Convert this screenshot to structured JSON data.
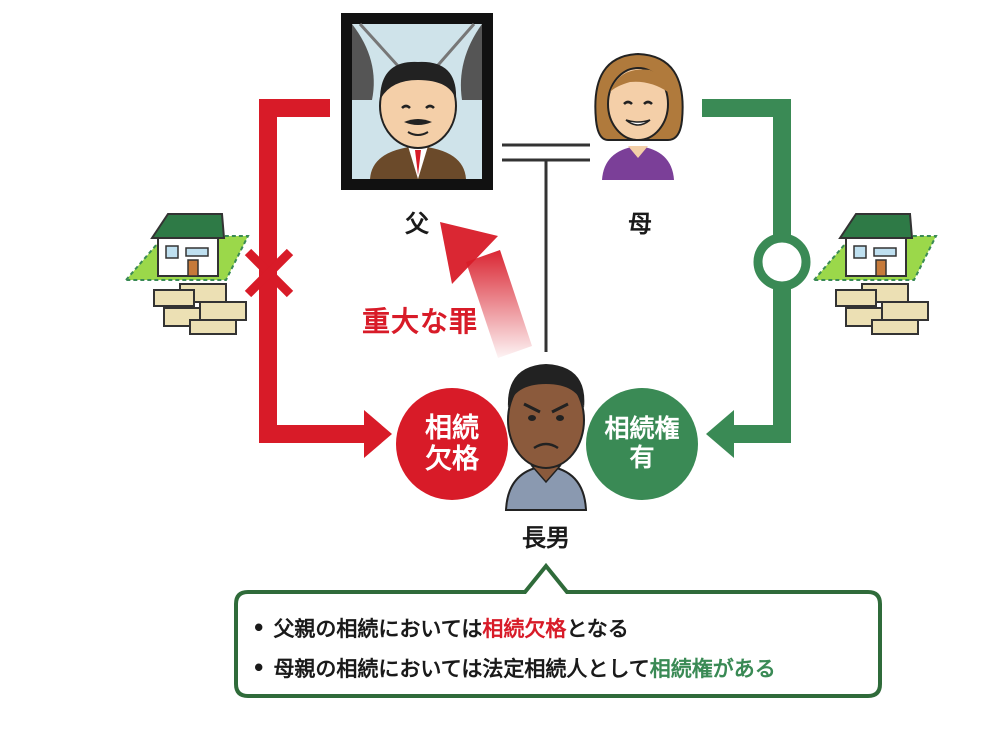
{
  "labels": {
    "father": "父",
    "mother": "母",
    "son": "長男"
  },
  "annotation": "重大な罪",
  "badges": {
    "disqualified": {
      "line1": "相続",
      "line2": "欠格"
    },
    "entitled": {
      "line1": "相続権",
      "line2": "有"
    }
  },
  "callout": {
    "bullet": "•",
    "line1": {
      "part1": "父親の相続においては ",
      "part2": "相続欠格",
      "part3": "となる"
    },
    "line2": {
      "part1": "母親の相続においては ",
      "part2": "法定相続人",
      "part3": "として",
      "part4": "相続権",
      "part5": "がある"
    }
  },
  "colors": {
    "red": "#d81b28",
    "green": "#3a8a55",
    "frame": "#111111",
    "callout_border": "#2f6b3a"
  },
  "icons": [
    "cross-mark-icon",
    "circle-mark-icon",
    "house-icon",
    "money-stack-icon",
    "arrow-icon"
  ]
}
